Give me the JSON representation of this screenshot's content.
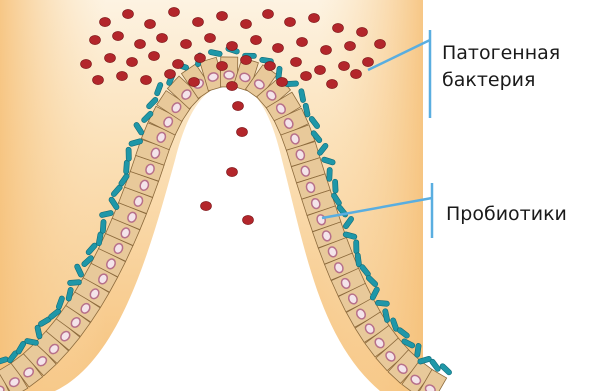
{
  "labels": {
    "pathogen_line1": "Патогенная",
    "pathogen_line2": "бактерия",
    "probiotics": "Пробиотики"
  },
  "colors": {
    "background_light": "#fdf1dd",
    "background_dark": "#f6c885",
    "cell_fill": "#e8c99a",
    "cell_stroke": "#8c6a3c",
    "nucleus": "#b7708a",
    "bacteria": "#b3262b",
    "probiotic": "#1f97a8",
    "leader_line": "#5aaee0"
  }
}
